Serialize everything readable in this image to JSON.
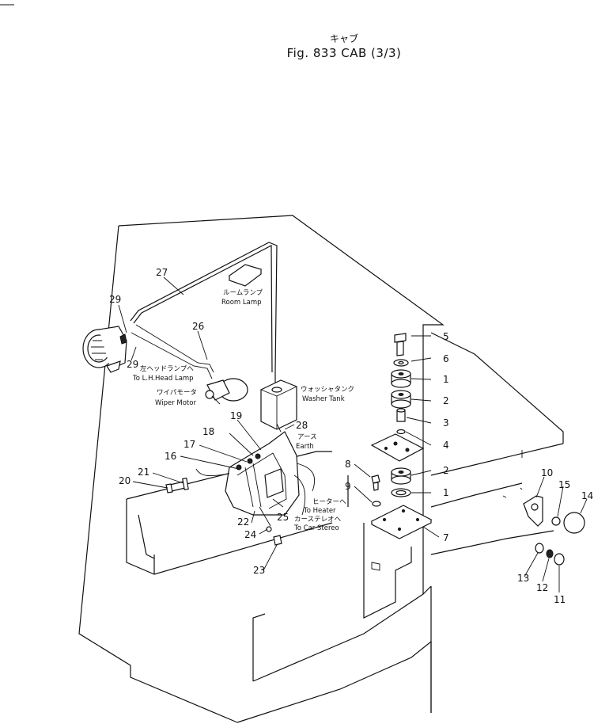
{
  "header": {
    "title_jp": "キャブ",
    "title": "Fig. 833 CAB (3/3)"
  },
  "callouts": [
    {
      "id": "c27",
      "text": "27"
    },
    {
      "id": "c29a",
      "text": "29"
    },
    {
      "id": "c26",
      "text": "26"
    },
    {
      "id": "c29b",
      "text": "29"
    },
    {
      "id": "c5",
      "text": "5"
    },
    {
      "id": "c6",
      "text": "6"
    },
    {
      "id": "c1a",
      "text": "1"
    },
    {
      "id": "c2a",
      "text": "2"
    },
    {
      "id": "c3",
      "text": "3"
    },
    {
      "id": "c4",
      "text": "4"
    },
    {
      "id": "c8",
      "text": "8"
    },
    {
      "id": "c9",
      "text": "9"
    },
    {
      "id": "c2b",
      "text": "2"
    },
    {
      "id": "c1b",
      "text": "1"
    },
    {
      "id": "c7",
      "text": "7"
    },
    {
      "id": "c28",
      "text": "28"
    },
    {
      "id": "c19",
      "text": "19"
    },
    {
      "id": "c18",
      "text": "18"
    },
    {
      "id": "c17",
      "text": "17"
    },
    {
      "id": "c16",
      "text": "16"
    },
    {
      "id": "c21",
      "text": "21"
    },
    {
      "id": "c20",
      "text": "20"
    },
    {
      "id": "c22",
      "text": "22"
    },
    {
      "id": "c24",
      "text": "24"
    },
    {
      "id": "c23",
      "text": "23"
    },
    {
      "id": "c25",
      "text": "25"
    },
    {
      "id": "c10",
      "text": "10"
    },
    {
      "id": "c15",
      "text": "15"
    },
    {
      "id": "c14",
      "text": "14"
    },
    {
      "id": "c13",
      "text": "13"
    },
    {
      "id": "c12",
      "text": "12"
    },
    {
      "id": "c11",
      "text": "11"
    }
  ],
  "labels": {
    "room_lamp_jp": "ルームランプ",
    "room_lamp": "Room Lamp",
    "head_lamp_jp": "左ヘッドランプへ",
    "head_lamp": "To L.H.Head Lamp",
    "wiper_jp": "ワイパモータ",
    "wiper": "Wiper Motor",
    "washer_jp": "ウォッシャタンク",
    "washer": "Washer Tank",
    "earth_jp": "アース",
    "earth": "Earth",
    "heater_jp": "ヒーターへ",
    "heater": "To Heater",
    "stereo_jp": "カーステレオへ",
    "stereo": "To Car Stereo"
  }
}
